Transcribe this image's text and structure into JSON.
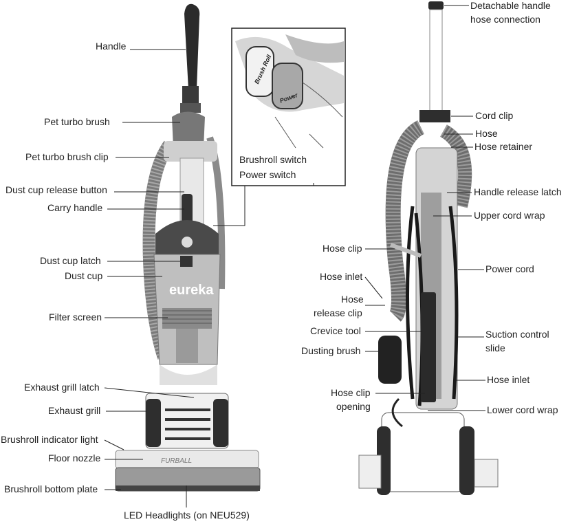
{
  "colors": {
    "ink": "#222222",
    "dark": "#2b2b2b",
    "mid": "#6d6d6d",
    "light": "#bdbdbd",
    "pale": "#e6e6e6"
  },
  "brand": {
    "logo": "eureka",
    "nozzle_text": "FURBALL"
  },
  "inset": {
    "brush_roll_button": "Brush Roll",
    "power_button": "Power",
    "labels": [
      "Brushroll switch",
      "Power switch"
    ]
  },
  "front_labels": [
    "Handle",
    "Pet turbo brush",
    "Pet turbo brush clip",
    "Dust cup release button",
    "Carry handle",
    "Dust cup latch",
    "Dust cup",
    "Filter screen",
    "Exhaust grill latch",
    "Exhaust grill",
    "Brushroll indicator light",
    "Floor nozzle",
    "Brushroll bottom plate",
    "LED Headlights (on NEU529)"
  ],
  "back_labels": [
    "Detachable handle hose connection",
    "Cord clip",
    "Hose",
    "Hose retainer",
    "Handle release latch",
    "Upper cord wrap",
    "Hose clip",
    "Power cord",
    "Hose inlet",
    "Hose release clip",
    "Crevice tool",
    "Suction control slide",
    "Dusting brush",
    "Hose inlet",
    "Hose clip opening",
    "Lower cord wrap"
  ]
}
